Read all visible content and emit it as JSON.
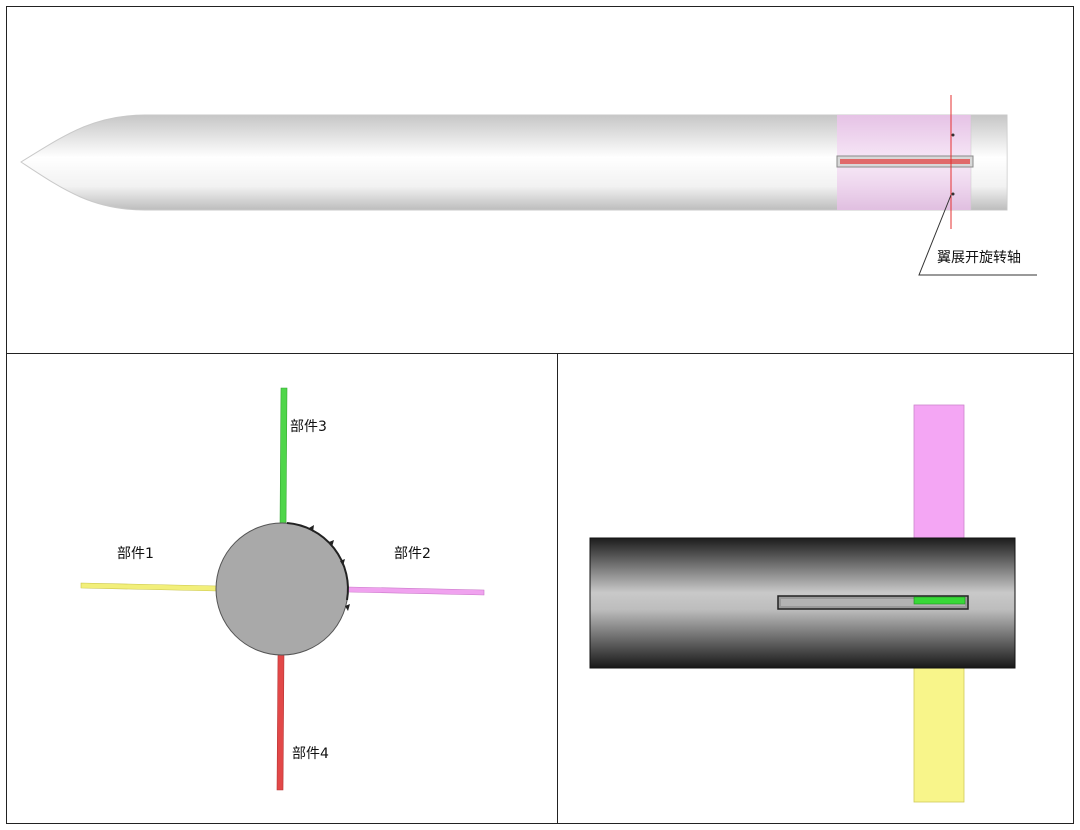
{
  "top_view": {
    "callout_label": "翼展开旋转轴"
  },
  "front_view": {
    "parts": [
      {
        "label": "部件1",
        "color": "#f2ef7a"
      },
      {
        "label": "部件2",
        "color": "#f0a2ef"
      },
      {
        "label": "部件3",
        "color": "#4fd64a"
      },
      {
        "label": "部件4",
        "color": "#e24848"
      }
    ],
    "body_color": "#a9a9a9"
  },
  "side_view": {
    "upper_fin_color": "#f4a6f4",
    "lower_fin_color": "#f8f58a",
    "slot_fin_color": "#38d838"
  }
}
